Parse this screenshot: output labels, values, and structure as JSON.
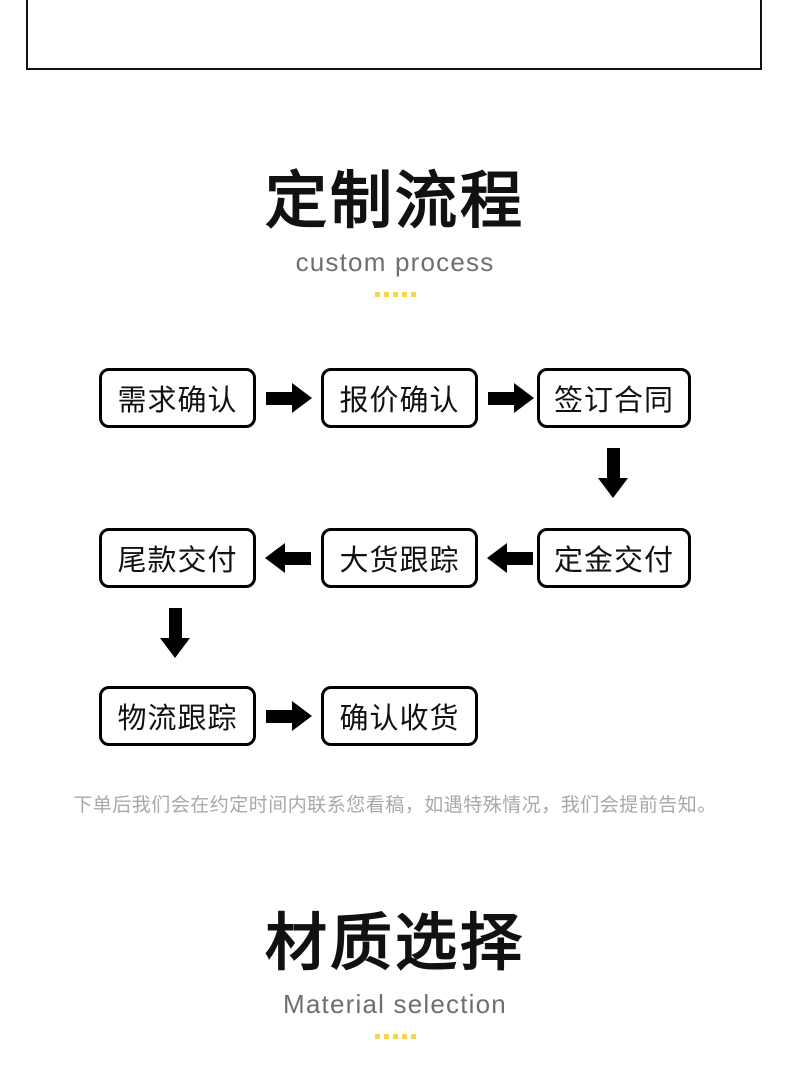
{
  "page": {
    "background_color": "#ffffff",
    "accent_dot_color": "#f3d64e",
    "line_color": "#000000",
    "muted_text_color": "#a8a8a8"
  },
  "sections": [
    {
      "id": "custom-process",
      "title_cn": "定制流程",
      "title_en": "custom process",
      "dot_count": 5
    },
    {
      "id": "material-selection",
      "title_cn": "材质选择",
      "title_en": "Material selection",
      "dot_count": 5
    }
  ],
  "flowchart": {
    "rows": [
      {
        "direction": "left-to-right",
        "boxes": [
          "需求确认",
          "报价确认",
          "签订合同"
        ]
      },
      {
        "direction": "right-to-left",
        "boxes": [
          "尾款交付",
          "大货跟踪",
          "定金交付"
        ]
      },
      {
        "direction": "left-to-right",
        "boxes": [
          "物流跟踪",
          "确认收货"
        ]
      }
    ],
    "steps": [
      "需求确认",
      "报价确认",
      "签订合同",
      "定金交付",
      "大货跟踪",
      "尾款交付",
      "物流跟踪",
      "确认收货"
    ],
    "arrows": [
      {
        "name": "arrow-need-to-quote",
        "type": "right"
      },
      {
        "name": "arrow-quote-to-contract",
        "type": "right"
      },
      {
        "name": "arrow-contract-to-deposit",
        "type": "down"
      },
      {
        "name": "arrow-deposit-to-tracking",
        "type": "left"
      },
      {
        "name": "arrow-tracking-to-balance",
        "type": "left"
      },
      {
        "name": "arrow-balance-to-logistics",
        "type": "down"
      },
      {
        "name": "arrow-logistics-to-receipt",
        "type": "right"
      }
    ],
    "note": "下单后我们会在约定时间内联系您看稿，如遇特殊情况，我们会提前告知。"
  }
}
